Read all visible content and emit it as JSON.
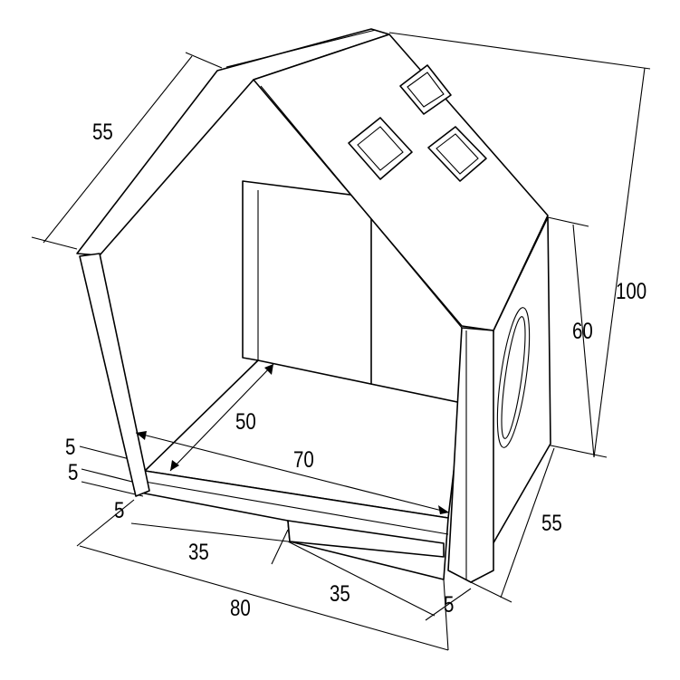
{
  "title": "Dog house dimensions",
  "dimensions": {
    "roof_length": "55",
    "total_height": "100",
    "wall_height": "60",
    "floor_depth": "50",
    "floor_width": "70",
    "left_thickness_top": "5",
    "left_thickness_mid": "5",
    "left_thickness_bottom": "5",
    "side_depth": "55",
    "half_width_left": "35",
    "half_width_right": "35",
    "total_width": "80",
    "right_thickness": "5"
  }
}
